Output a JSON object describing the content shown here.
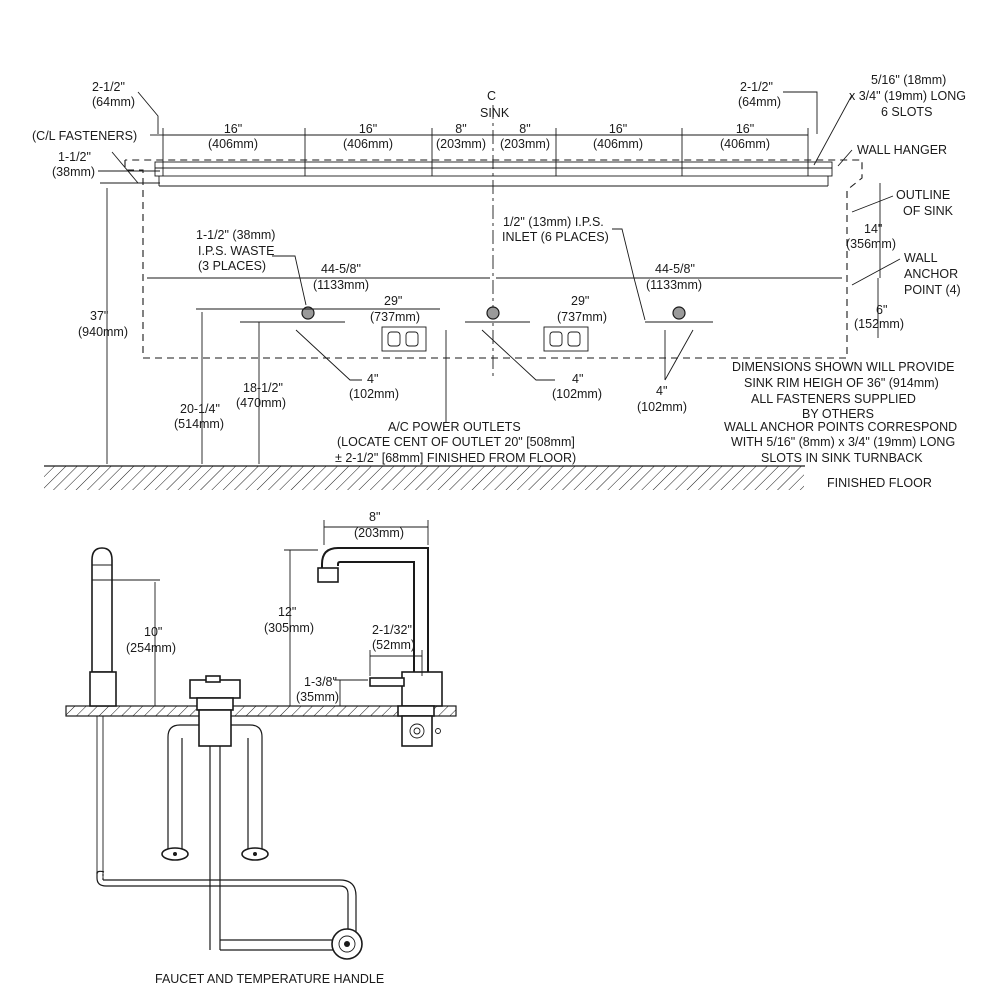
{
  "plan_view": {
    "centerline": {
      "symbol": "C",
      "label": "SINK"
    },
    "top_left_offset": [
      "2-1/2\"",
      "(64mm)"
    ],
    "top_right_offset": [
      "2-1/2\"",
      "(64mm)"
    ],
    "slots_note": [
      "5/16\" (18mm)",
      "x 3/4\" (19mm) LONG",
      "6 SLOTS"
    ],
    "cl_fasteners": "(C/L FASTENERS)",
    "left_edge_offset": [
      "1-1/2\"",
      "(38mm)"
    ],
    "spacing": [
      [
        "16\"",
        "(406mm)"
      ],
      [
        "16\"",
        "(406mm)"
      ],
      [
        "8\"",
        "(203mm)"
      ],
      [
        "8\"",
        "(203mm)"
      ],
      [
        "16\"",
        "(406mm)"
      ],
      [
        "16\"",
        "(406mm)"
      ]
    ],
    "wall_hanger": "WALL HANGER",
    "outline_of_sink": [
      "OUTLINE",
      "OF SINK"
    ],
    "waste": [
      "1-1/2\" (38mm)",
      "I.P.S. WASTE",
      "(3 PLACES)"
    ],
    "inlet": [
      "1/2\" (13mm) I.P.S.",
      "INLET (6 PLACES)"
    ],
    "left_span": [
      "44-5/8\"",
      "(1133mm)"
    ],
    "right_span": [
      "44-5/8\"",
      "(1133mm)"
    ],
    "depth": [
      "14\"",
      "(356mm)"
    ],
    "wall_anchor": [
      "WALL",
      "ANCHOR",
      "POINT (4)"
    ],
    "anchor_height": [
      "6\"",
      "(152mm)"
    ],
    "outlet_spacing_left": [
      "29\"",
      "(737mm)"
    ],
    "outlet_spacing_right": [
      "29\"",
      "(737mm)"
    ],
    "height_total": [
      "37\"",
      "(940mm)"
    ],
    "height_waste": [
      "20-1/4\"",
      "(514mm)"
    ],
    "height_inlet": [
      "18-1/2\"",
      "(470mm)"
    ],
    "inlet_spacing_1": [
      "4\"",
      "(102mm)"
    ],
    "inlet_spacing_2": [
      "4\"",
      "(102mm)"
    ],
    "inlet_spacing_3": [
      "4\"",
      "(102mm)"
    ],
    "ac_power": [
      "A/C POWER OUTLETS",
      "(LOCATE CENT OF OUTLET 20\" [508mm]",
      "± 2-1/2\" [68mm] FINISHED FROM FLOOR)"
    ],
    "notes": [
      "DIMENSIONS SHOWN WILL PROVIDE",
      "SINK RIM HEIGH OF 36\" (914mm)",
      "ALL FASTENERS SUPPLIED",
      "BY OTHERS",
      "WALL ANCHOR POINTS CORRESPOND",
      "WITH 5/16\" (8mm) x 3/4\" (19mm) LONG",
      "SLOTS IN SINK TURNBACK"
    ],
    "finished_floor": "FINISHED FLOOR"
  },
  "elevation_view": {
    "soap_height": [
      "10\"",
      "(254mm)"
    ],
    "spout_reach": [
      "8\"",
      "(203mm)"
    ],
    "spout_height": [
      "12\"",
      "(305mm)"
    ],
    "handle_length": [
      "2-1/32\"",
      "(52mm)"
    ],
    "handle_height": [
      "1-3/8\"",
      "(35mm)"
    ],
    "caption": "FAUCET AND TEMPERATURE HANDLE"
  }
}
